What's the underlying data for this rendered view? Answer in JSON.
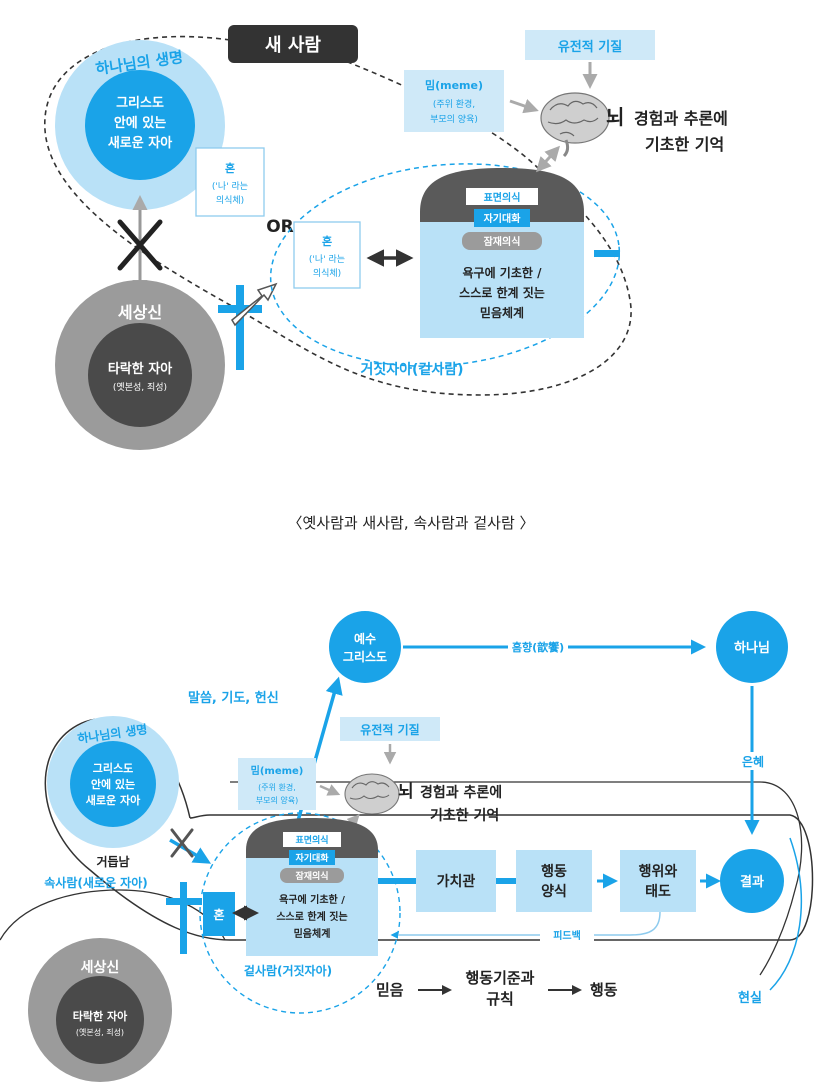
{
  "colors": {
    "accent": "#1aa3e8",
    "light_blue": "#b9e1f7",
    "pale_blue": "#cfe9f8",
    "dark": "#333333",
    "gray": "#9b9b9b",
    "mid_gray": "#707070",
    "dark_gray": "#4a4a4a"
  },
  "diagram1": {
    "new_person": "새 사람",
    "life_of_god": "하나님의 생명",
    "new_self": [
      "그리스도",
      "안에 있는",
      "새로운 자아"
    ],
    "soul_a": [
      "혼",
      "('나' 라는",
      "의식체)"
    ],
    "or": "OR",
    "soul_b": [
      "혼",
      "('나' 라는",
      "의식체)"
    ],
    "meme": [
      "밈(meme)",
      "(주위 환경,",
      "부모의 양육)"
    ],
    "genetic": "유전적 기질",
    "brain": "뇌",
    "memory": [
      "경험과 추론에",
      "기초한 기억"
    ],
    "surface": "표면의식",
    "self_talk": "자기대화",
    "subconscious": "잠재의식",
    "belief": [
      "욕구에 기초한 /",
      "스스로 한계 짓는",
      "믿음체계"
    ],
    "world_god": "세상신",
    "fallen_self": "타락한 자아",
    "fallen_sub": "(옛본성, 죄성)",
    "false_self": "거짓자아(겉사람)"
  },
  "caption": "〈옛사람과 새사람,  속사람과 겉사람 〉",
  "diagram2": {
    "jesus": [
      "예수",
      "그리스도"
    ],
    "worship": "흠향(歆饗)",
    "god": "하나님",
    "word": "말씀,  기도,  헌신",
    "genetic": "유전적 기질",
    "meme": [
      "밈(meme)",
      "(주위 환경,",
      "부모의 양육)"
    ],
    "brain": "뇌",
    "memory": [
      "경험과 추론에",
      "기초한 기억"
    ],
    "life_of_god": "하나님의 생명",
    "new_self": [
      "그리스도",
      "안에 있는",
      "새로운 자아"
    ],
    "reborn": "거듭남",
    "inner_person": "속사람(새로운 자아)",
    "grace": "은혜",
    "surface": "표면의식",
    "self_talk": "자기대화",
    "subconscious": "잠재의식",
    "belief": [
      "욕구에 기초한 /",
      "스스로 한계 짓는",
      "믿음체계"
    ],
    "soul": "혼",
    "values": "가치관",
    "behavior_style": [
      "행동",
      "양식"
    ],
    "action_attitude": [
      "행위와",
      "태도"
    ],
    "result": "결과",
    "feedback": "피드백",
    "world_god": "세상신",
    "fallen_self": "타락한 자아",
    "fallen_sub": "(옛본성, 죄성)",
    "outer_person": "겉사람(거짓자아)",
    "flow": [
      "믿음",
      "행동기준과",
      "규칙",
      "행동"
    ],
    "reality": "현실"
  }
}
